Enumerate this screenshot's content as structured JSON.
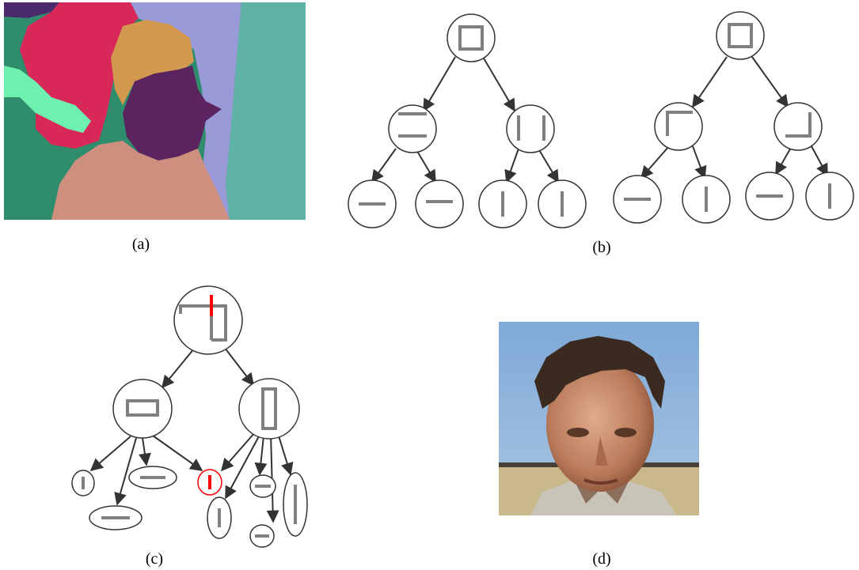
{
  "figure": {
    "captions": {
      "a": "(a)",
      "b": "(b)",
      "c": "(c)",
      "d": "(d)"
    },
    "panel_a": {
      "description_visible": false,
      "segment_colors": {
        "dark_purple": "#4b2a6b",
        "red": "#d8285a",
        "mint": "#6ef0b0",
        "teal_green": "#2f8c6c",
        "hair_orange": "#d39a4f",
        "face_purple": "#5b2460",
        "shirt_pink": "#cf8f7f",
        "lavender": "#9a9ad8",
        "teal_right": "#5fb3a6"
      }
    },
    "panel_b": {
      "trees": 2
    },
    "panel_c": {
      "highlight_color": "#ff0000"
    },
    "panel_d": {
      "colors": {
        "sky": "#8fb6dc",
        "skin": "#c28a6a",
        "hair": "#3a2a20",
        "ground": "#c9b88a",
        "shirt": "#c8c4b8"
      }
    },
    "stroke_color": "#808080",
    "node_outline": "#333333",
    "edge_color": "#333333"
  }
}
